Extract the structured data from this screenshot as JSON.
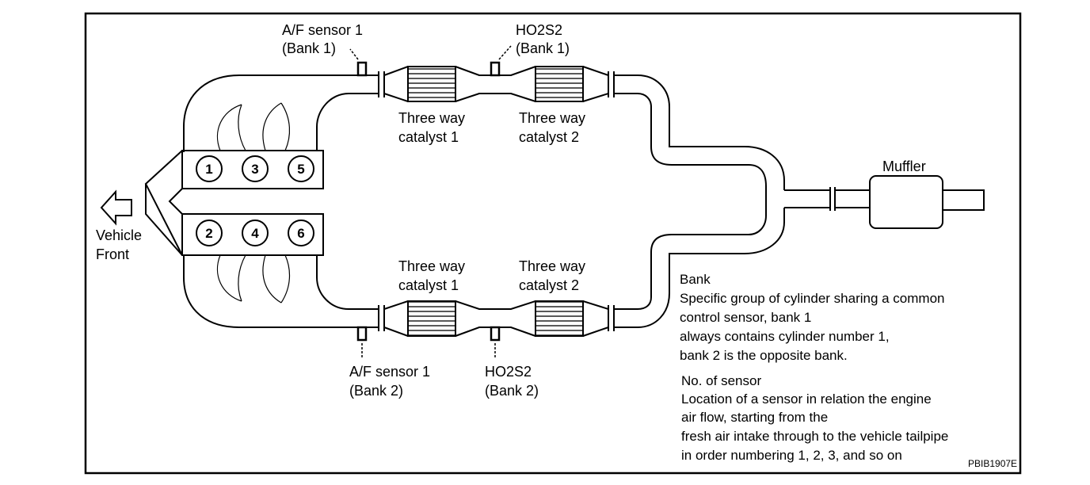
{
  "sensors": {
    "af_bank1": [
      "A/F sensor 1",
      "(Bank 1)"
    ],
    "ho2s2_bank1": [
      "HO2S2",
      "(Bank 1)"
    ],
    "af_bank2": [
      "A/F sensor 1",
      "(Bank 2)"
    ],
    "ho2s2_bank2": [
      "HO2S2",
      "(Bank 2)"
    ]
  },
  "catalysts": {
    "bank1_cat1": [
      "Three way",
      "catalyst 1"
    ],
    "bank1_cat2": [
      "Three way",
      "catalyst 2"
    ],
    "bank2_cat1": [
      "Three way",
      "catalyst 1"
    ],
    "bank2_cat2": [
      "Three way",
      "catalyst 2"
    ]
  },
  "muffler_label": "Muffler",
  "vehicle_front": [
    "Vehicle",
    "Front"
  ],
  "cylinders": {
    "bank1": [
      "1",
      "3",
      "5"
    ],
    "bank2": [
      "2",
      "4",
      "6"
    ]
  },
  "notes": {
    "bank_title": "Bank",
    "bank_lines": [
      "Specific group of cylinder sharing a common",
      "control sensor, bank 1",
      "always contains cylinder number 1,",
      "bank 2 is the opposite bank."
    ],
    "sensor_title": "No. of sensor",
    "sensor_lines": [
      "Location of a sensor in relation the engine",
      "air flow, starting from the",
      "fresh air intake through to the vehicle tailpipe",
      "in order numbering 1, 2, 3, and so on"
    ]
  },
  "figure_code": "PBIB1907E"
}
